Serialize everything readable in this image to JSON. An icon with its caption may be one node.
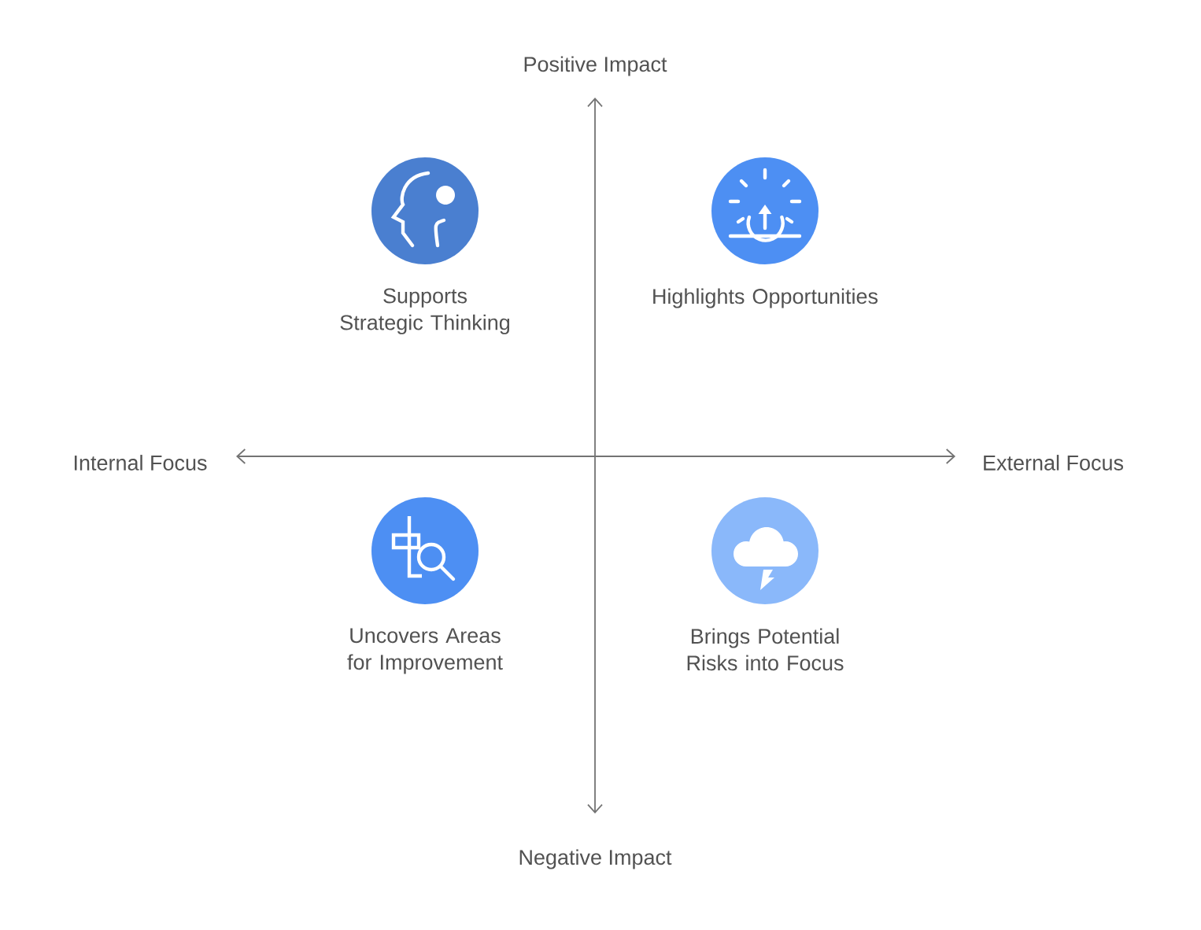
{
  "diagram": {
    "nodes": [
      {
        "text": [
          "Supports Strategic Thinking"
        ]
      },
      {
        "text": [
          "Highlights Opportunities"
        ]
      },
      {
        "text": [
          "Uncovers Areas for Improvement"
        ]
      },
      {
        "text": [
          "Brings Potential Risks into Focus"
        ]
      }
    ],
    "labels": [
      "Positive Impact",
      "Internal Focus",
      "External Focus",
      "Negative Impact"
    ]
  }
}
